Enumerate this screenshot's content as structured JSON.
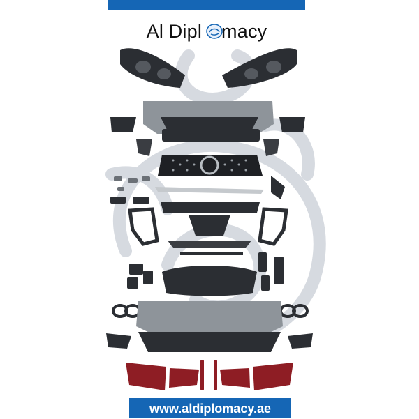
{
  "header": {
    "brand_name": "Al Diplomacy",
    "brand_part1": "Al Dipl",
    "brand_part2": "macy"
  },
  "footer": {
    "website": "www.aldiplomacy.ae"
  },
  "colors": {
    "bar_blue": "#1566b5",
    "watermark": "#c9ced6",
    "part_gray": "#8e949a",
    "part_dark": "#2b2e33",
    "taillight_red": "#8e1d24"
  },
  "logo": {
    "seal_lettering": "الدبلوماسية"
  },
  "content": {
    "image": "body-kit-parts-layout"
  }
}
